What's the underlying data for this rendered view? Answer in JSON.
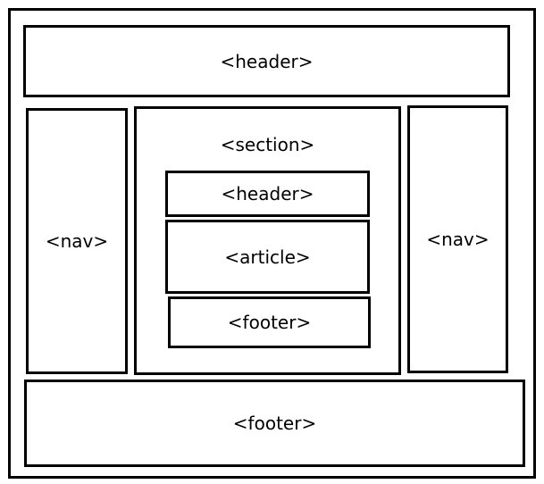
{
  "diagram": {
    "page_header": "<header>",
    "left_nav": "<nav>",
    "right_nav": "<nav>",
    "section": {
      "label": "<section>",
      "header": "<header>",
      "article": "<article>",
      "footer": "<footer>"
    },
    "page_footer": "<footer>"
  }
}
